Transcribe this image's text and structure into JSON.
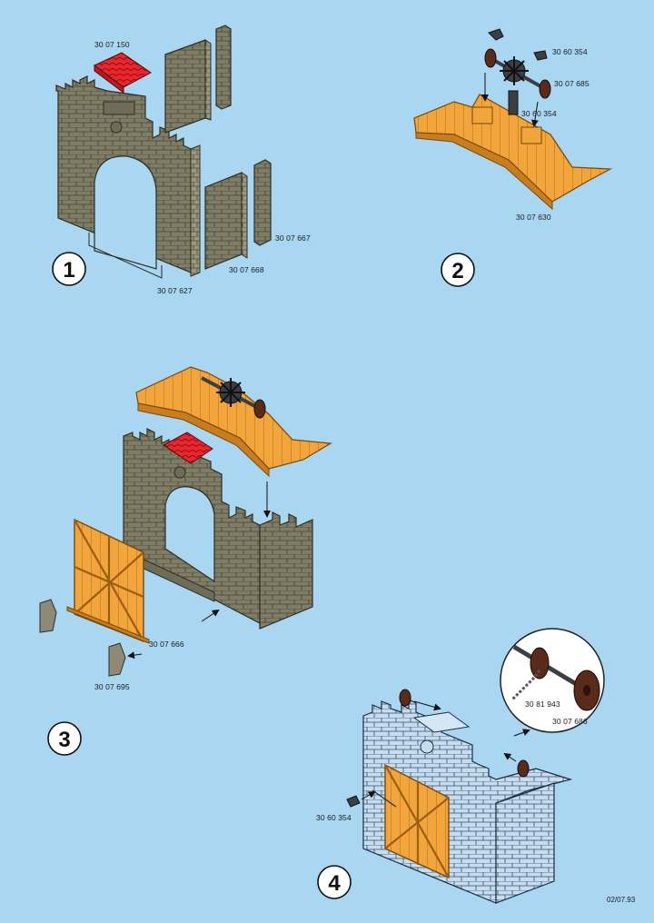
{
  "page": {
    "background": "#a9d6f1",
    "footer_code": "02/07.93"
  },
  "colors": {
    "stone": "#7f7d66",
    "stone_light": "#9a977f",
    "roof": "#e8262b",
    "wood": "#f2a53a",
    "wood_dark": "#c97e1e",
    "iron": "#3b3f45",
    "wheel": "#5a2a1a",
    "line_stone": "#3d3c30",
    "blueprint": "#c6ddef"
  },
  "steps": [
    {
      "number": "1",
      "parts": [
        "30 07 150",
        "30 07 667",
        "30 07 668",
        "30 07 627"
      ]
    },
    {
      "number": "2",
      "parts": [
        "30 60 354",
        "30 07 685",
        "30 60 354",
        "30 07 630"
      ]
    },
    {
      "number": "3",
      "parts": [
        "30 07 666",
        "30 07 695"
      ]
    },
    {
      "number": "4",
      "parts": [
        "30 81 943",
        "30 07 686",
        "30 60 354"
      ]
    }
  ],
  "icons": [
    "roof-tile",
    "wall-panel",
    "gatehouse-wall",
    "drawbridge-winch",
    "platform",
    "gate-door",
    "gate-hinge",
    "chain-wheel",
    "arrow"
  ]
}
